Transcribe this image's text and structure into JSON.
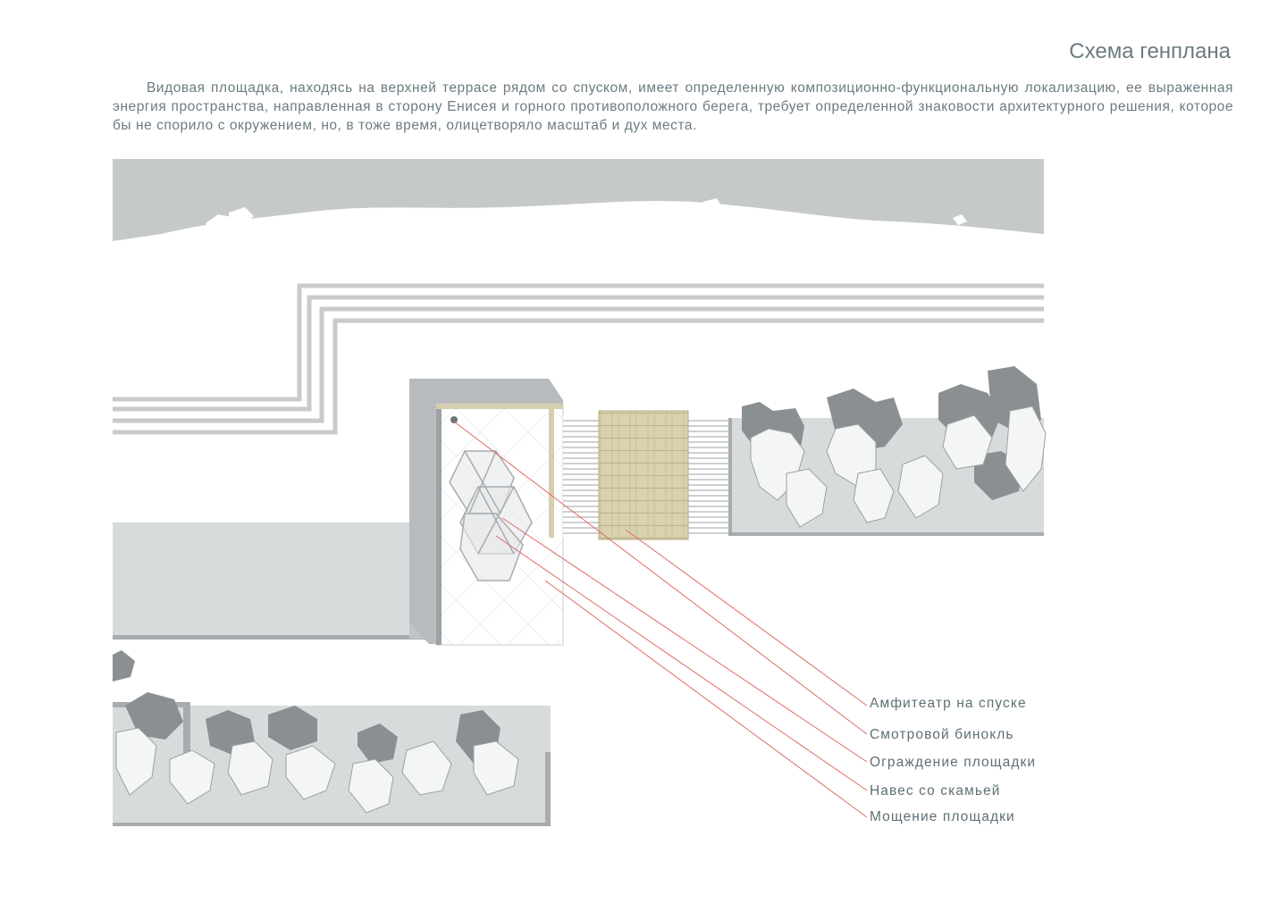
{
  "header": {
    "title": "Схема генплана",
    "description": "Видовая площадка, находясь на верхней террасе рядом со спуском, имеет определенную композиционно-функциональную локализацию, ее выраженная энергия пространства, направленная в сторону Енисея и горного противоположного берега, требует определенной знаковости архитектурного решения, которое бы не спорило с окружением, но, в тоже время, олицетворяло масштаб и дух места."
  },
  "legend": {
    "items": [
      {
        "label": "Амфитеатр на спуске"
      },
      {
        "label": "Смотровой бинокль"
      },
      {
        "label": "Ограждение площадки"
      },
      {
        "label": "Навес со скамьей"
      },
      {
        "label": "Мощение площадки"
      }
    ]
  },
  "colors": {
    "river": "#c6c9ca",
    "path": "#d8dbdc",
    "shadow": "#b4b8ba",
    "stripe": "#c8cbcc",
    "deck": "#d6cfa9",
    "leader": "#e06a66",
    "foliage_dark": "#8a8f92",
    "foliage_light": "#f4f5f5"
  }
}
